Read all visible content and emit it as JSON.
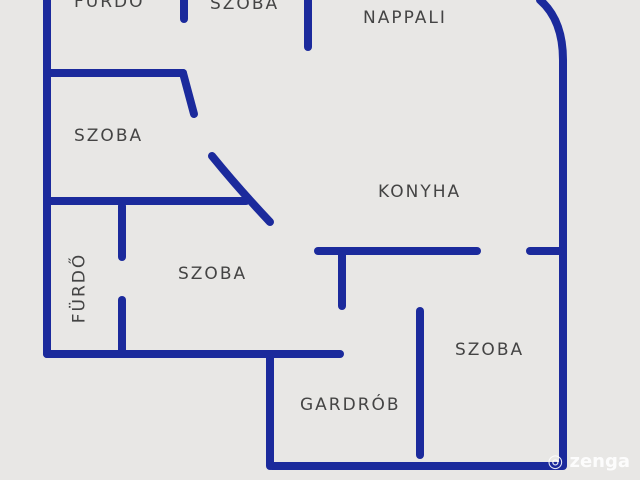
{
  "rooms": [
    {
      "label": "FÜRDŐ"
    },
    {
      "label": "SZOBA"
    },
    {
      "label": "NAPPALI"
    },
    {
      "label": "SZOBA"
    },
    {
      "label": "KONYHA"
    },
    {
      "label": "FÜRDŐ"
    },
    {
      "label": "SZOBA"
    },
    {
      "label": "SZOBA"
    },
    {
      "label": "GARDRÓB"
    }
  ],
  "watermark": "zenga",
  "colors": {
    "wall": "#1b2a9c",
    "paper": "#e8e7e5"
  }
}
